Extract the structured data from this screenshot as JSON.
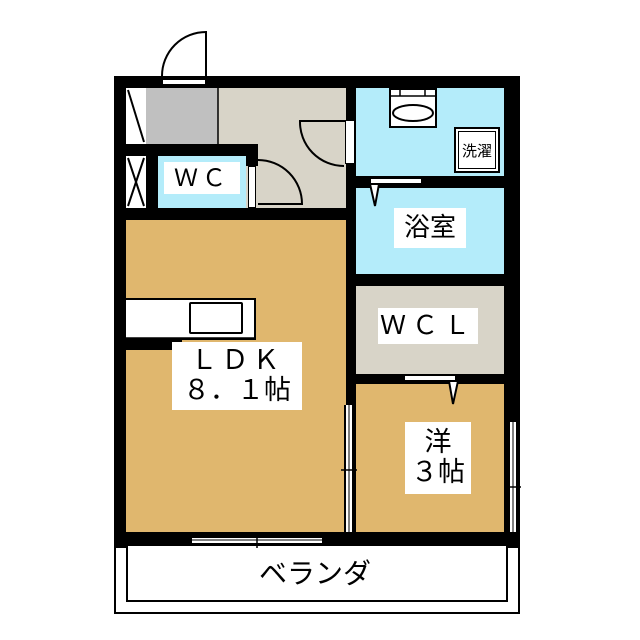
{
  "floorplan": {
    "colors": {
      "wall": "#000000",
      "ldk_floor": "#e0b76e",
      "western_room_floor": "#e0b76e",
      "wet_area": "#b4ecfa",
      "hall_floor": "#d8d4c8",
      "genkan_floor": "#c0c0c0",
      "wcl_floor": "#d8d4c8",
      "veranda": "#ffffff"
    },
    "rooms": {
      "ldk": {
        "name": "ＬＤＫ",
        "size": "８．１帖"
      },
      "western": {
        "name": "洋",
        "size": "３帖"
      },
      "bath": {
        "name": "浴室"
      },
      "wcl": {
        "name": "ＷＣＬ"
      },
      "wc": {
        "name": "ＷＣ"
      },
      "laundry": {
        "name": "洗濯"
      },
      "veranda": {
        "name": "ベランダ"
      }
    },
    "icons": {
      "entrance_door": "door-swing-icon",
      "shoe_closet": "storage-cross-icon",
      "washbasin": "washbasin-icon",
      "kitchen": "kitchen-counter-icon"
    }
  }
}
